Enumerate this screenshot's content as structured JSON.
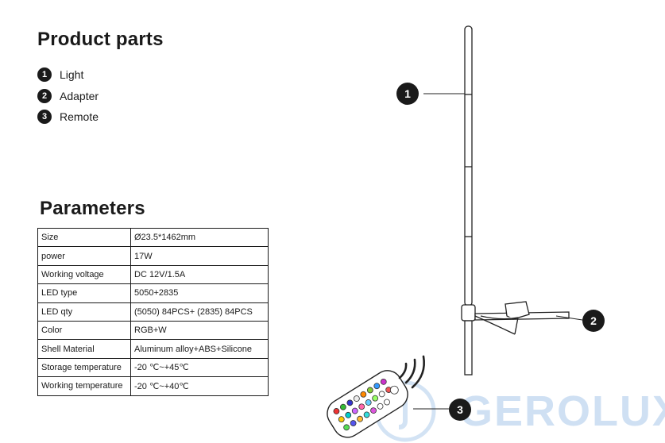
{
  "headings": {
    "parts": "Product parts",
    "params": "Parameters"
  },
  "parts": [
    {
      "num": "1",
      "label": "Light"
    },
    {
      "num": "2",
      "label": "Adapter"
    },
    {
      "num": "3",
      "label": "Remote"
    }
  ],
  "parameters": [
    {
      "name": "Size",
      "value": "Ø23.5*1462mm"
    },
    {
      "name": "power",
      "value": "17W"
    },
    {
      "name": "Working voltage",
      "value": "DC 12V/1.5A"
    },
    {
      "name": "LED type",
      "value": "5050+2835"
    },
    {
      "name": "LED qty",
      "value": "(5050) 84PCS+ (2835) 84PCS"
    },
    {
      "name": "Color",
      "value": "RGB+W"
    },
    {
      "name": "Shell Material",
      "value": "Aluminum alloy+ABS+Silicone"
    },
    {
      "name": "Storage temperature",
      "value": "-20 ℃~+45℃"
    },
    {
      "name": "Working temperature",
      "value": "-20 ℃~+40℃"
    }
  ],
  "callouts": [
    "1",
    "2",
    "3"
  ],
  "watermark": "GEROLUX"
}
